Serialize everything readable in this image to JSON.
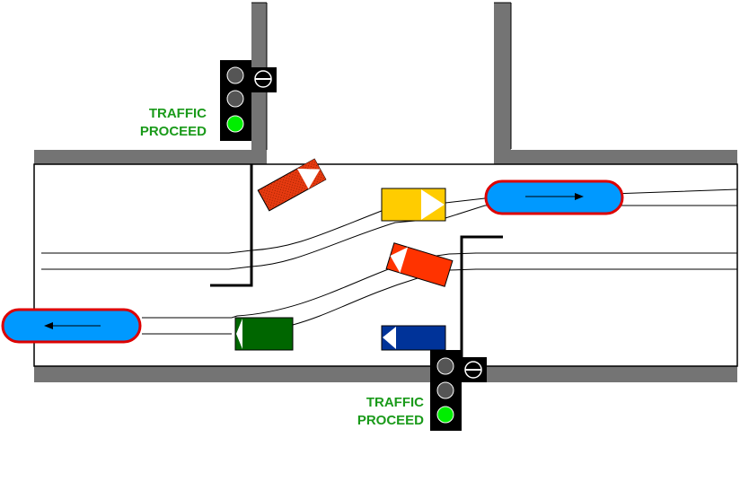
{
  "title": "Railway level crossing simulation",
  "colors": {
    "road": "#747474",
    "track_line": "#000000",
    "barrier": "#000000",
    "signal_housing": "#000000",
    "signal_off": "#555555",
    "signal_green": "#00ee00",
    "label_green": "#1a9a1a",
    "train_fill": "#0099ff",
    "train_border": "#dd0000"
  },
  "signals": [
    {
      "id": "north-signal",
      "aspect": "green",
      "lamps": [
        "off",
        "off",
        "green"
      ],
      "text_line1": "TRAFFIC",
      "text_line2": "PROCEED"
    },
    {
      "id": "south-signal",
      "aspect": "green",
      "lamps": [
        "off",
        "off",
        "green"
      ],
      "text_line1": "TRAFFIC",
      "text_line2": "PROCEED"
    }
  ],
  "barriers": [
    {
      "id": "west-barrier",
      "state": "raised"
    },
    {
      "id": "east-barrier",
      "state": "raised"
    }
  ],
  "trains": [
    {
      "id": "eastbound-train",
      "direction": "east"
    },
    {
      "id": "westbound-train",
      "direction": "west"
    }
  ],
  "vehicles": [
    {
      "id": "red-car-north",
      "color": "#e63a10",
      "heading": "north-east"
    },
    {
      "id": "yellow-car",
      "color": "#ffcc00",
      "heading": "east"
    },
    {
      "id": "red-car-center",
      "color": "#ff3300",
      "heading": "west-north-west"
    },
    {
      "id": "green-car",
      "color": "#006600",
      "heading": "west"
    },
    {
      "id": "blue-car",
      "color": "#003399",
      "heading": "west"
    }
  ]
}
